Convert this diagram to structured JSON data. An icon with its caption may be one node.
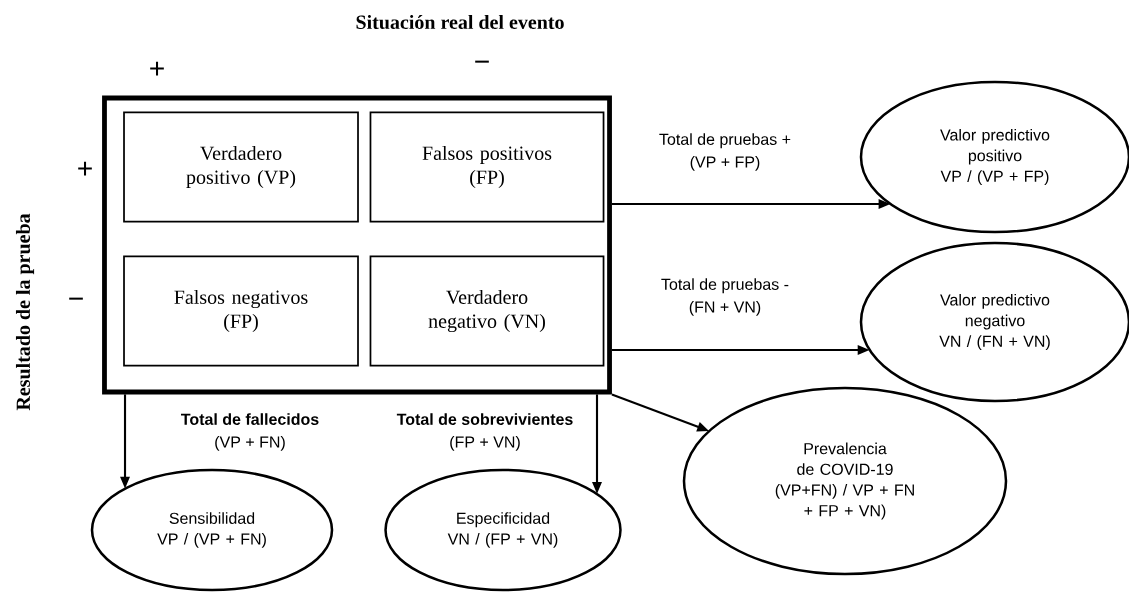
{
  "diagram": {
    "title": "Situación real del evento",
    "nodes": [
      {
        "text": [],
        "shape": "box"
      },
      {
        "text": [
          "Verdadero positivo (VP)"
        ],
        "in": 0
      },
      {
        "text": [
          "Falsos positivos (FP)"
        ],
        "in": 0
      },
      {
        "text": [
          "Falsos negativos (FP)"
        ],
        "in": 0
      },
      {
        "text": [
          "Verdadero negativo (VN)"
        ],
        "in": 0
      },
      {
        "text": [
          "Valor predictivo positivo",
          "VP / (VP + FP)"
        ]
      },
      {
        "text": [
          "Valor predictivo negativo",
          "VN / (FN + VN)"
        ]
      },
      {
        "text": [
          "Sensibilidad",
          "VP / (VP + FN)"
        ]
      },
      {
        "text": [
          "Especificidad",
          "VN / (FP + VN)"
        ]
      },
      {
        "text": [
          "Prevalencia de COVID-19",
          "(VP+FN) / VP + FN + FP + VN)"
        ]
      }
    ],
    "edges": [
      {
        "from": 0,
        "to": 5,
        "arrow": "to",
        "label": "Total de pruebas + (VP + FP)"
      },
      {
        "from": 0,
        "to": 6,
        "arrow": "to",
        "label": "Total de pruebas - (FN + VN)"
      },
      {
        "from": 0,
        "to": 7,
        "arrow": "to",
        "label": "**Total de fallecidos** (VP + FN)"
      },
      {
        "from": 0,
        "to": 8,
        "arrow": "to",
        "label": "**Total de sobrevivientes** (FP + VN)"
      },
      {
        "from": 0,
        "to": 9,
        "arrow": "to"
      }
    ],
    "labels": [
      "+",
      "−",
      "+",
      "−",
      "Resultado de la prueba"
    ]
  }
}
